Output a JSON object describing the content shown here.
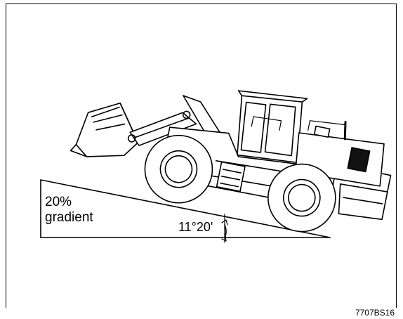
{
  "figure": {
    "gradient_line1": "20%",
    "gradient_line2": "gradient",
    "angle": "11°20'",
    "code": "7707BS16"
  }
}
